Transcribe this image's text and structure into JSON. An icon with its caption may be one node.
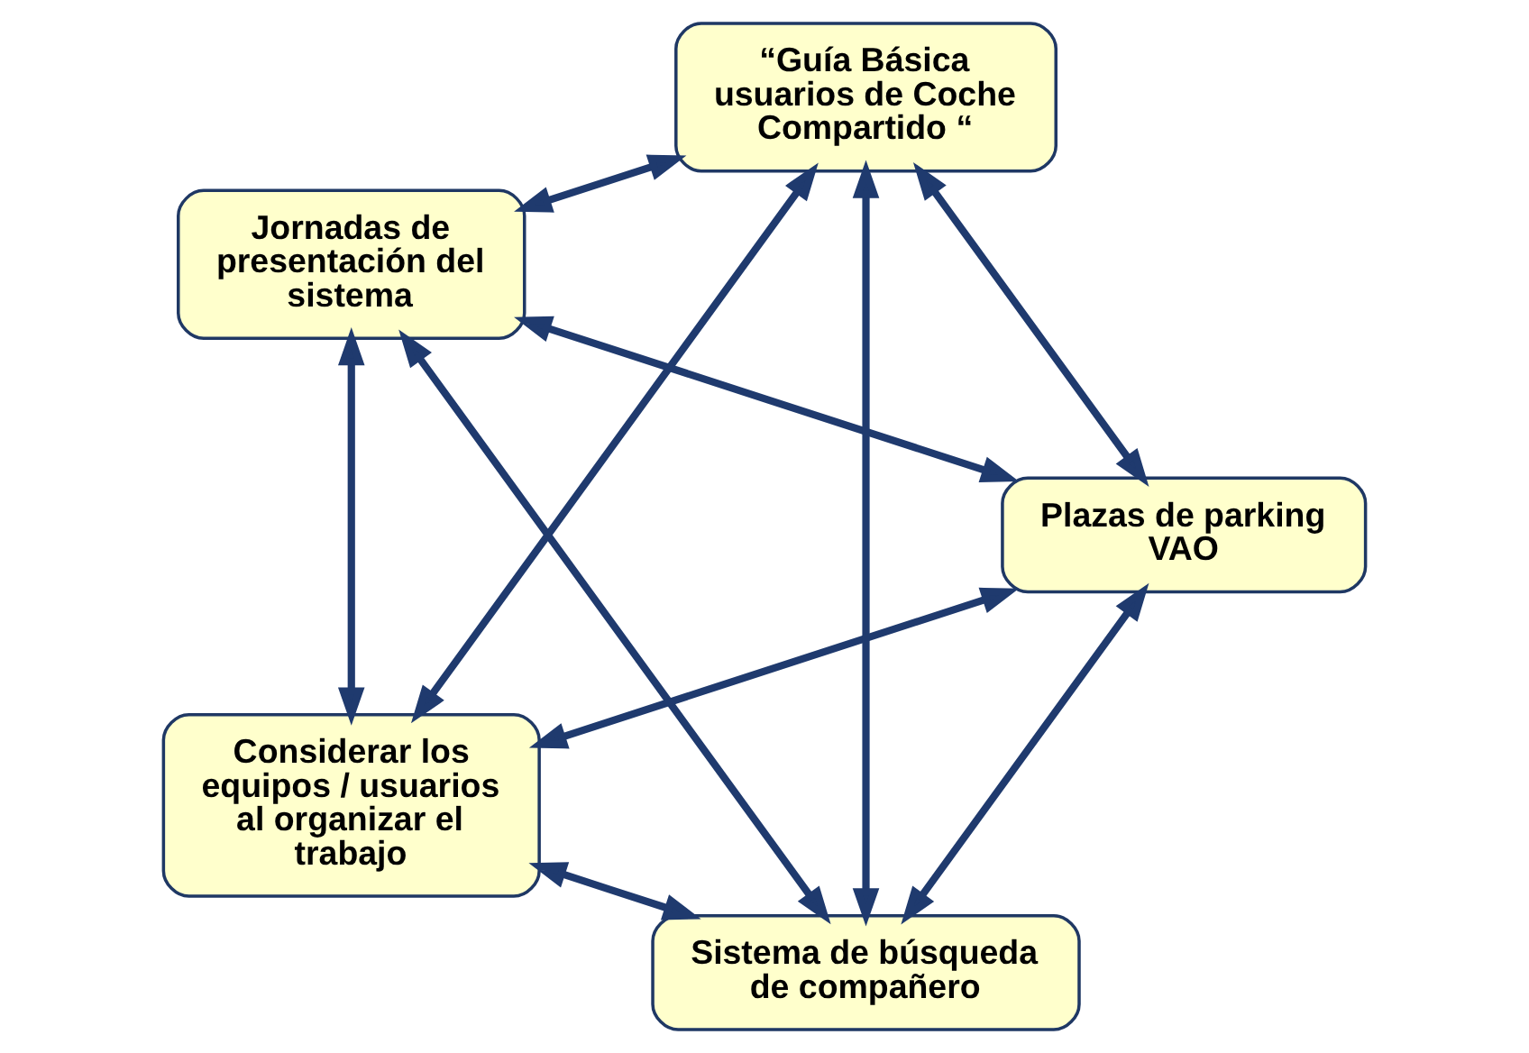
{
  "diagram": {
    "nodes": [
      {
        "text": [
          "Sistema de búsqueda de compañero"
        ]
      },
      {
        "text": [
          "Plazas de parking VAO"
        ]
      },
      {
        "text": [
          "Jornadas de presentación del sistema"
        ]
      },
      {
        "text": [
          "“Guía Básica usuarios de Coche Compartido “"
        ]
      },
      {
        "text": [
          "Considerar los equipos / usuarios al organizar el trabajo"
        ]
      }
    ],
    "edges": [
      {
        "from": 0,
        "to": 1,
        "arrow": "both"
      },
      {
        "from": 0,
        "to": 2,
        "arrow": "both"
      },
      {
        "from": 1,
        "to": 2,
        "arrow": "both"
      },
      {
        "from": 1,
        "to": 3,
        "arrow": "both"
      },
      {
        "from": 2,
        "to": 4,
        "arrow": "both"
      },
      {
        "from": 3,
        "to": 4,
        "arrow": "both"
      },
      {
        "from": 3,
        "to": 0,
        "arrow": "both"
      },
      {
        "from": 4,
        "to": 0,
        "arrow": "both"
      },
      {
        "from": 1,
        "to": 4,
        "arrow": "both"
      },
      {
        "from": 3,
        "to": 2,
        "arrow": "both"
      }
    ]
  }
}
